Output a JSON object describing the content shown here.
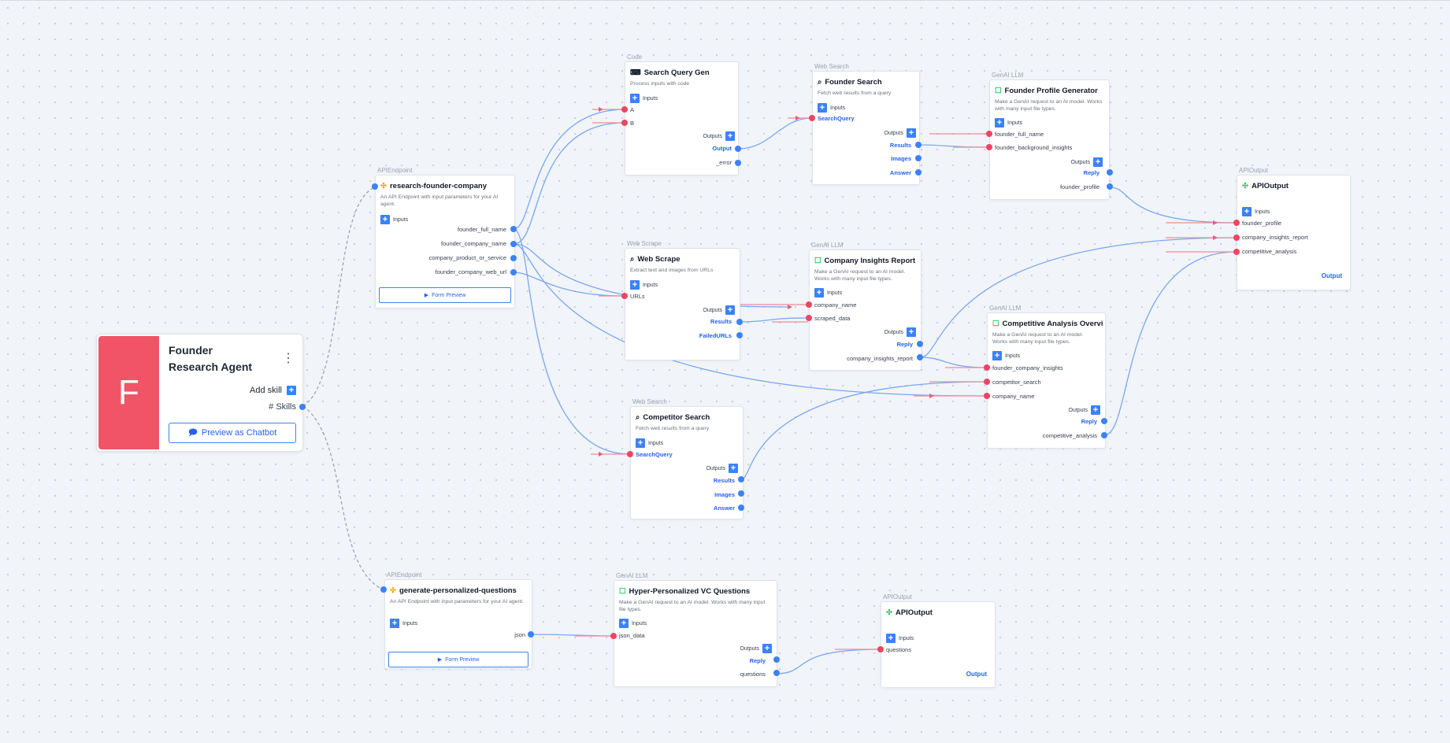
{
  "agent": {
    "avatar_letter": "F",
    "title": "Founder Research Agent",
    "add_skill_label": "Add skill",
    "skills_label": "# Skills",
    "preview_label": "Preview as Chatbot"
  },
  "nodes": {
    "api1": {
      "type": "APIEndpoint",
      "title": "research-founder-company",
      "desc": "An API Endpoint with input parameters for your AI agent.",
      "inputs_label": "Inputs",
      "outputs": [
        "founder_full_name",
        "founder_company_name",
        "company_product_or_service",
        "founder_company_web_url"
      ],
      "form_preview": "Form Preview"
    },
    "code": {
      "type": "Code",
      "title": "Search Query Gen",
      "desc": "Process inputs with code",
      "inputs_label": "Inputs",
      "inputs": [
        "A",
        "B"
      ],
      "outputs_label": "Outputs",
      "outputs": [
        "Output",
        "_error"
      ]
    },
    "founder_search": {
      "type": "Web Search",
      "title": "Founder Search",
      "desc": "Fetch web results from a query",
      "inputs_label": "Inputs",
      "inputs": [
        "SearchQuery"
      ],
      "outputs_label": "Outputs",
      "outputs": [
        "Results",
        "Images",
        "Answer"
      ]
    },
    "profile_gen": {
      "type": "GenAI LLM",
      "title": "Founder Profile Generator",
      "desc": "Make a GenAI request to an AI model. Works with many input file types.",
      "inputs_label": "Inputs",
      "inputs": [
        "founder_full_name",
        "founder_background_insights"
      ],
      "outputs_label": "Outputs",
      "outputs": [
        "Reply",
        "founder_profile"
      ]
    },
    "api_out1": {
      "type": "APIOutput",
      "title": "APIOutput",
      "inputs_label": "Inputs",
      "inputs": [
        "founder_profile",
        "company_insights_report",
        "competitive_analysis"
      ],
      "output_label": "Output"
    },
    "web_scrape": {
      "type": "Web Scrape",
      "title": "Web Scrape",
      "desc": "Extract text and images from URLs",
      "inputs_label": "Inputs",
      "inputs": [
        "URLs"
      ],
      "outputs_label": "Outputs",
      "outputs": [
        "Results",
        "FailedURLs"
      ]
    },
    "company_insights": {
      "type": "GenAI LLM",
      "title": "Company Insights Report",
      "desc": "Make a GenAI request to an AI model. Works with many input file types.",
      "inputs_label": "Inputs",
      "inputs": [
        "company_name",
        "scraped_data"
      ],
      "outputs_label": "Outputs",
      "outputs": [
        "Reply",
        "company_insights_report"
      ]
    },
    "competitive": {
      "type": "GenAI LLM",
      "title": "Competitive Analysis Overvi",
      "desc": "Make a GenAI request to an AI model. Works with many input file types.",
      "inputs_label": "Inputs",
      "inputs": [
        "founder_company_insights",
        "competitor_search",
        "company_name"
      ],
      "outputs_label": "Outputs",
      "outputs": [
        "Reply",
        "competitive_analysis"
      ]
    },
    "competitor_search": {
      "type": "Web Search",
      "title": "Competitor Search",
      "desc": "Fetch web results from a query",
      "inputs_label": "Inputs",
      "inputs": [
        "SearchQuery"
      ],
      "outputs_label": "Outputs",
      "outputs": [
        "Results",
        "Images",
        "Answer"
      ]
    },
    "api2": {
      "type": "APIEndpoint",
      "title": "generate-personalized-questions",
      "desc": "An API Endpoint with input parameters for your AI agent.",
      "inputs_label": "Inputs",
      "outputs": [
        "json"
      ],
      "form_preview": "Form Preview"
    },
    "vc_questions": {
      "type": "GenAI LLM",
      "title": "Hyper-Personalized VC Questions",
      "desc": "Make a GenAI request to an AI model. Works with many input file types.",
      "inputs_label": "Inputs",
      "inputs": [
        "json_data"
      ],
      "outputs_label": "Outputs",
      "outputs": [
        "Reply",
        "questions"
      ]
    },
    "api_out2": {
      "type": "APIOutput",
      "title": "APIOutput",
      "inputs_label": "Inputs",
      "inputs": [
        "questions"
      ],
      "output_label": "Output"
    }
  },
  "colors": {
    "accent_blue": "#3b82f6",
    "port_red": "#ef4461",
    "avatar_bg": "#f25467"
  }
}
